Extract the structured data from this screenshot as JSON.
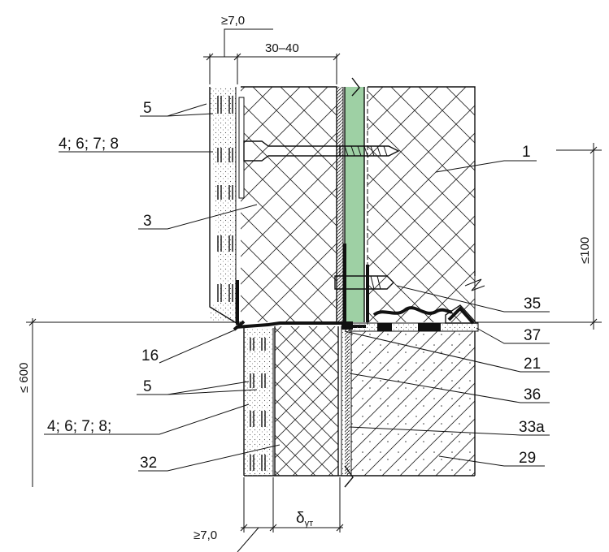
{
  "labels": {
    "l5_top": "5",
    "l4678_top": "4; 6; 7; 8",
    "l3": "3",
    "l1": "1",
    "l35": "35",
    "l37": "37",
    "l16": "16",
    "l21": "21",
    "l5_bot": "5",
    "l36": "36",
    "l4678_bot": "4; 6; 7; 8;",
    "l33a": "33а",
    "l32": "32",
    "l29": "29"
  },
  "dimensions": {
    "top_min": "≥7,0",
    "top_range": "30–40",
    "right_max": "≤100",
    "left_max": "≤ 600",
    "insulation_thickness": "δ",
    "insulation_subscript": "ут",
    "bottom_min": "≥7,0"
  },
  "colors": {
    "line": "#111111",
    "green_board": "#9ed0a4",
    "plaster_dots": "#555555"
  }
}
